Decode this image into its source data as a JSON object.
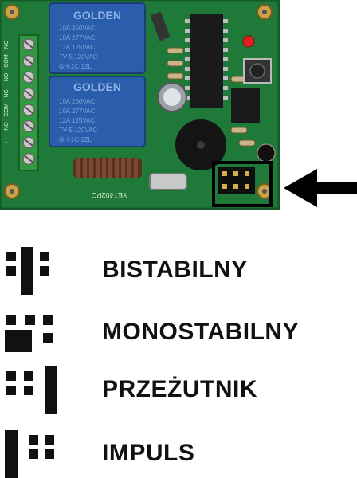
{
  "board": {
    "relay_top": {
      "brand": "GOLDEN",
      "lines": [
        "10A 250VAC",
        "10A 277VAC",
        "12A 125VAC",
        "TV-5 120VAC",
        "GH-1C-12L"
      ]
    },
    "relay_bottom": {
      "brand": "GOLDEN",
      "lines": [
        "10A 250VAC",
        "10A 277VAC",
        "12A 125VAC",
        "TV-5 120VAC",
        "GH-1C-12L"
      ]
    },
    "terminal_labels": [
      "NC",
      "COM",
      "NO",
      "NC",
      "COM",
      "NO",
      "+",
      "−"
    ],
    "pcb_label": "YET402PC",
    "colors": {
      "pcb": "#1f7a3a",
      "terminal": "#2f9a3f",
      "relay": "#2a5dab",
      "indicator": "#111111"
    },
    "pointer": "arrow-left-icon"
  },
  "modes": [
    {
      "label": "BISTABILNY",
      "icon": "jumper-bistable-icon"
    },
    {
      "label": "MONOSTABILNY",
      "icon": "jumper-monostable-icon"
    },
    {
      "label": "PRZEŻUTNIK",
      "icon": "jumper-flipflop-icon"
    },
    {
      "label": "IMPULS",
      "icon": "jumper-impulse-icon"
    }
  ]
}
